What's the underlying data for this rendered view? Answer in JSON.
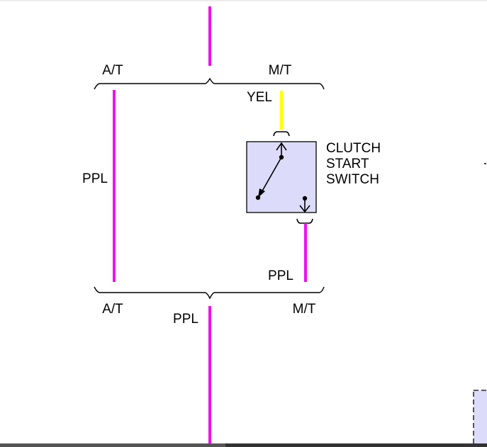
{
  "brackets": {
    "top": {
      "left_label": "A/T",
      "right_label": "M/T"
    },
    "bottom": {
      "left_label": "A/T",
      "right_label": "M/T"
    }
  },
  "wires": {
    "at_wire_label": "PPL",
    "mt_input_label": "YEL",
    "mt_output_label": "PPL",
    "bottom_output_label": "PPL"
  },
  "component": {
    "name_lines": [
      "CLUTCH",
      "START",
      "SWITCH"
    ]
  },
  "colors": {
    "ppl_wire": "#ee11ee",
    "yel_wire": "#ffff00",
    "component_fill": "#dcdcfa",
    "line": "#000000",
    "background": "#ffffff",
    "bottom_bar": "#333333"
  }
}
